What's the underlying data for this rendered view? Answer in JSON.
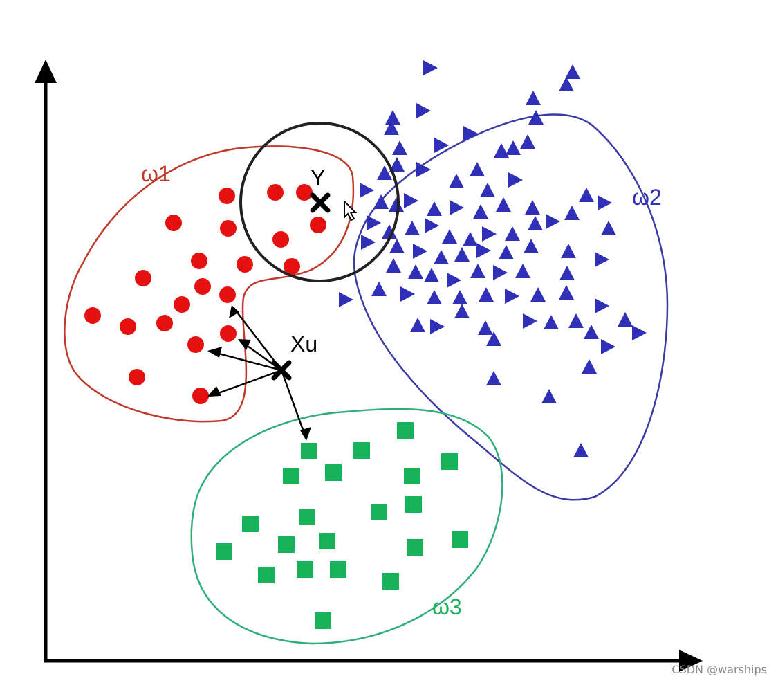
{
  "labels": {
    "class1": "ω1",
    "class2": "ω2",
    "class3": "ω3",
    "query_point": "Xu",
    "neighbor_point": "Y"
  },
  "watermark": "CSDN @warships",
  "colors": {
    "class1": "#e51111",
    "class2": "#2f2fb8",
    "class3": "#17b25a",
    "class1_boundary": "#c0392b",
    "class2_boundary": "#3b3ba6",
    "class3_boundary": "#2fae79",
    "axis": "#000000"
  },
  "icons": [
    "x-cross-marker",
    "arrow-cursor-icon"
  ]
}
